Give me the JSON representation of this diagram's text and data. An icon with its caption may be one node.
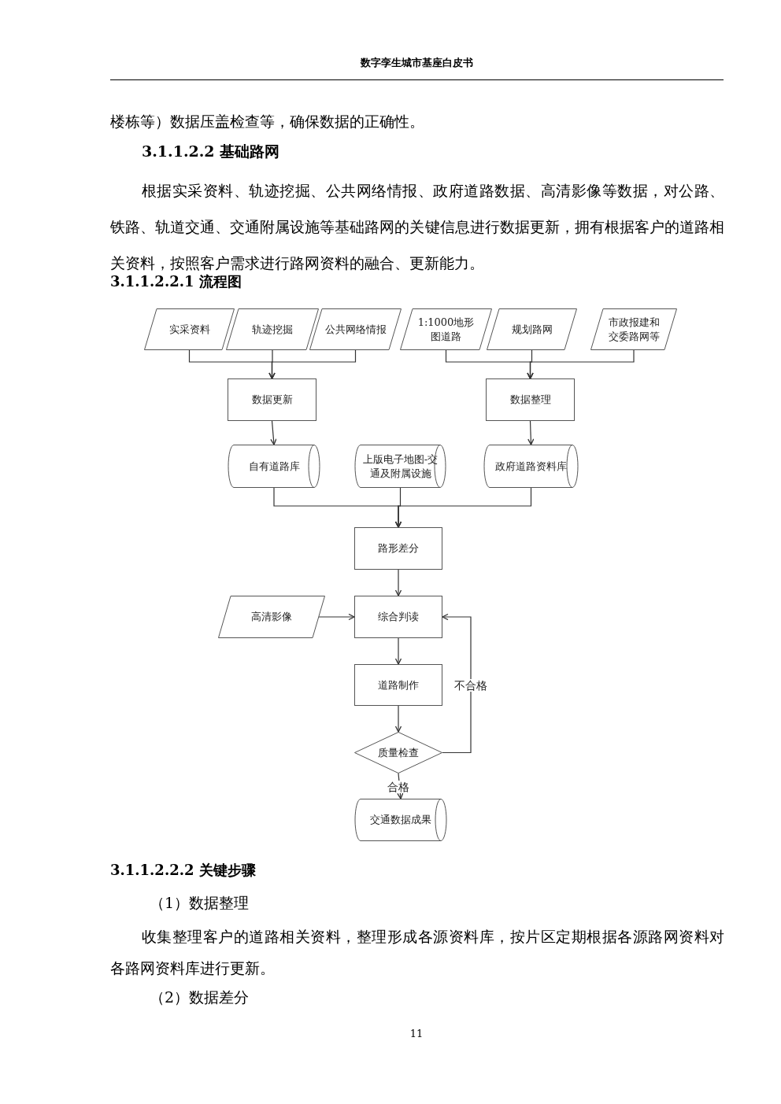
{
  "diagram": {
    "nodes": [
      {
        "text": [
          "实采资料"
        ]
      },
      {
        "text": [
          "轨迹挖掘"
        ]
      },
      {
        "text": [
          "公共网络情报"
        ]
      },
      {
        "text": [
          "1:1000地形图道路"
        ]
      },
      {
        "text": [
          "规划路网"
        ]
      },
      {
        "text": [
          "市政报建和交委路网等"
        ]
      },
      {
        "text": [
          "数据更新"
        ]
      },
      {
        "text": [
          "数据整理"
        ]
      },
      {
        "text": [
          "自有道路库"
        ]
      },
      {
        "text": [
          "上版电子地图-交通及附属设施"
        ]
      },
      {
        "text": [
          "政府道路资料库"
        ]
      },
      {
        "text": [
          "路形差分"
        ]
      },
      {
        "text": [
          "高清影像"
        ]
      },
      {
        "text": [
          "综合判读"
        ]
      },
      {
        "text": [
          "道路制作"
        ]
      },
      {
        "text": [
          "质量检查"
        ]
      },
      {
        "text": [
          "交通数据成果"
        ]
      }
    ],
    "edges": [
      {
        "from": 0,
        "to": 6,
        "arrow": "to"
      },
      {
        "from": 1,
        "to": 6,
        "arrow": "to"
      },
      {
        "from": 2,
        "to": 6,
        "arrow": "to"
      },
      {
        "from": 3,
        "to": 7,
        "arrow": "to"
      },
      {
        "from": 4,
        "to": 7,
        "arrow": "to"
      },
      {
        "from": 5,
        "to": 7,
        "arrow": "to"
      },
      {
        "from": 6,
        "to": 8,
        "arrow": "to"
      },
      {
        "from": 7,
        "to": 10,
        "arrow": "to"
      },
      {
        "from": 8,
        "to": 11,
        "arrow": "to"
      },
      {
        "from": 9,
        "to": 11,
        "arrow": "to"
      },
      {
        "from": 10,
        "to": 11,
        "arrow": "to"
      },
      {
        "from": 11,
        "to": 13,
        "arrow": "to"
      },
      {
        "from": 12,
        "to": 13,
        "arrow": "to"
      },
      {
        "from": 13,
        "to": 14,
        "arrow": "to"
      },
      {
        "from": 14,
        "to": 15,
        "arrow": "to"
      },
      {
        "from": 15,
        "to": 16,
        "arrow": "to",
        "label": "合格"
      },
      {
        "from": 15,
        "to": 13,
        "arrow": "to",
        "label": "不合格"
      }
    ],
    "labels": [
      "数字孪生城市基座白皮书",
      "楼栋等）数据压盖检查等，确保数据的正确性。",
      "3.1.1.2.2 基础路网",
      "根据实采资料、轨迹挖掘、公共网络情报、政府道路数据、高清影像等数据，对公路、铁路、轨道交通、交通附属设施等基础路网的关键信息进行数据更新，拥有根据客户的道路相关资料，按照客户需求进行路网资料的融合、更新能力。",
      "3.1.1.2.2.1 流程图",
      "3.1.1.2.2.2 关键步骤",
      "（1）数据整理",
      "收集整理客户的道路相关资料，整理形成各源资料库，按片区定期根据各源路网资料对各路网资料库进行更新。",
      "（2）数据差分",
      "11"
    ]
  }
}
